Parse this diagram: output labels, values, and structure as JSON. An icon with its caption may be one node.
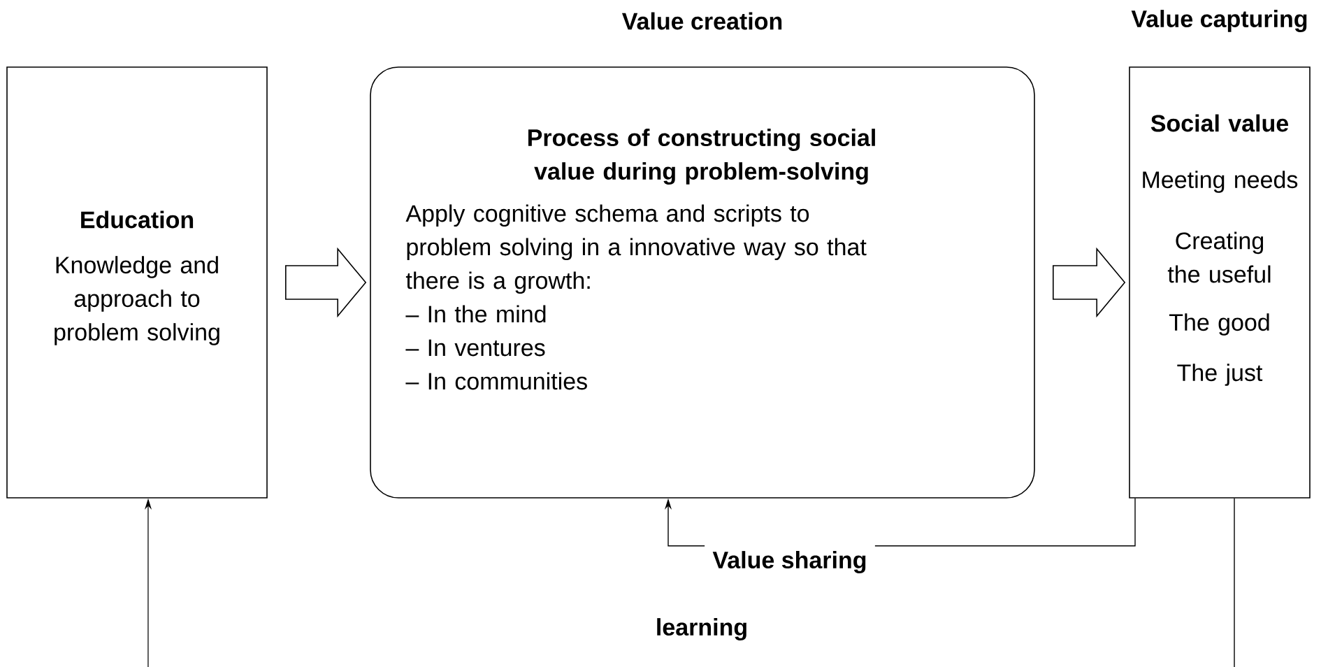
{
  "diagram": {
    "nodes": [
      {
        "text": [
          "Education",
          "Knowledge and approach to problem solving"
        ]
      },
      {
        "text": [
          "Value creation",
          "Process of constructing social value during problem-solving",
          "Apply cognitive schema and scripts to problem solving in a innovative way so that there is a growth:",
          "– In the mind",
          "– In ventures",
          "– In communities"
        ]
      },
      {
        "text": [
          "Value capturing",
          "Social value",
          "Meeting needs",
          "Creating the useful",
          "The good",
          "The just"
        ]
      }
    ],
    "edges": [
      {
        "from": 0,
        "to": 1,
        "arrow": "to",
        "style": "thick"
      },
      {
        "from": 1,
        "to": 2,
        "arrow": "to",
        "style": "thick"
      },
      {
        "from": 2,
        "to": 1,
        "arrow": "to",
        "label": "Value sharing"
      },
      {
        "from": 2,
        "to": null,
        "arrow": "none"
      },
      {
        "from": null,
        "to": 0,
        "arrow": "to"
      }
    ],
    "labels": [
      "learning"
    ]
  }
}
